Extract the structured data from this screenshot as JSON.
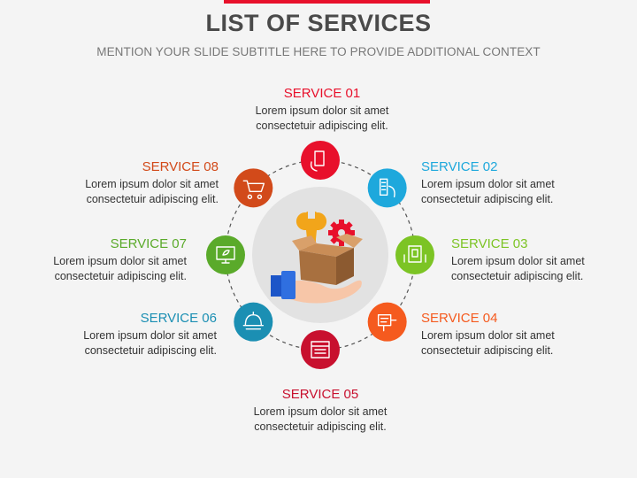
{
  "header": {
    "title": "LIST OF SERVICES",
    "subtitle": "MENTION YOUR SLIDE SUBTITLE HERE TO PROVIDE ADDITIONAL CONTEXT"
  },
  "services": [
    {
      "label": "SERVICE 01",
      "line1": "Lorem ipsum dolor sit amet",
      "line2": "consectetuir adipiscing elit.",
      "color": "#e8102b",
      "icon": "hand-phone-icon"
    },
    {
      "label": "SERVICE 02",
      "line1": "Lorem ipsum dolor sit amet",
      "line2": "consectetuir adipiscing elit.",
      "color": "#1ea8dc",
      "icon": "hand-remote-icon"
    },
    {
      "label": "SERVICE 03",
      "line1": "Lorem ipsum dolor sit amet",
      "line2": "consectetuir adipiscing elit.",
      "color": "#7cc424",
      "icon": "tablet-hands-icon"
    },
    {
      "label": "SERVICE 04",
      "line1": "Lorem ipsum dolor sit amet",
      "line2": "consectetuir adipiscing elit.",
      "color": "#f55a1e",
      "icon": "plug-device-icon"
    },
    {
      "label": "SERVICE 05",
      "line1": "Lorem ipsum dolor sit amet",
      "line2": "consectetuir adipiscing elit.",
      "color": "#c8102e",
      "icon": "browser-window-icon"
    },
    {
      "label": "SERVICE 06",
      "line1": "Lorem ipsum dolor sit amet",
      "line2": "consectetuir adipiscing elit.",
      "color": "#1b8fb3",
      "icon": "cloche-icon"
    },
    {
      "label": "SERVICE 07",
      "line1": "Lorem ipsum dolor sit amet",
      "line2": "consectetuir adipiscing elit.",
      "color": "#5aaa2a",
      "icon": "monitor-leaf-icon"
    },
    {
      "label": "SERVICE 08",
      "line1": "Lorem ipsum dolor sit amet",
      "line2": "consectetuir adipiscing elit.",
      "color": "#d24a1a",
      "icon": "cart-icon"
    }
  ],
  "center": {
    "icon": "toolbox-hand-icon",
    "ring_color": "#e2e2e2"
  }
}
